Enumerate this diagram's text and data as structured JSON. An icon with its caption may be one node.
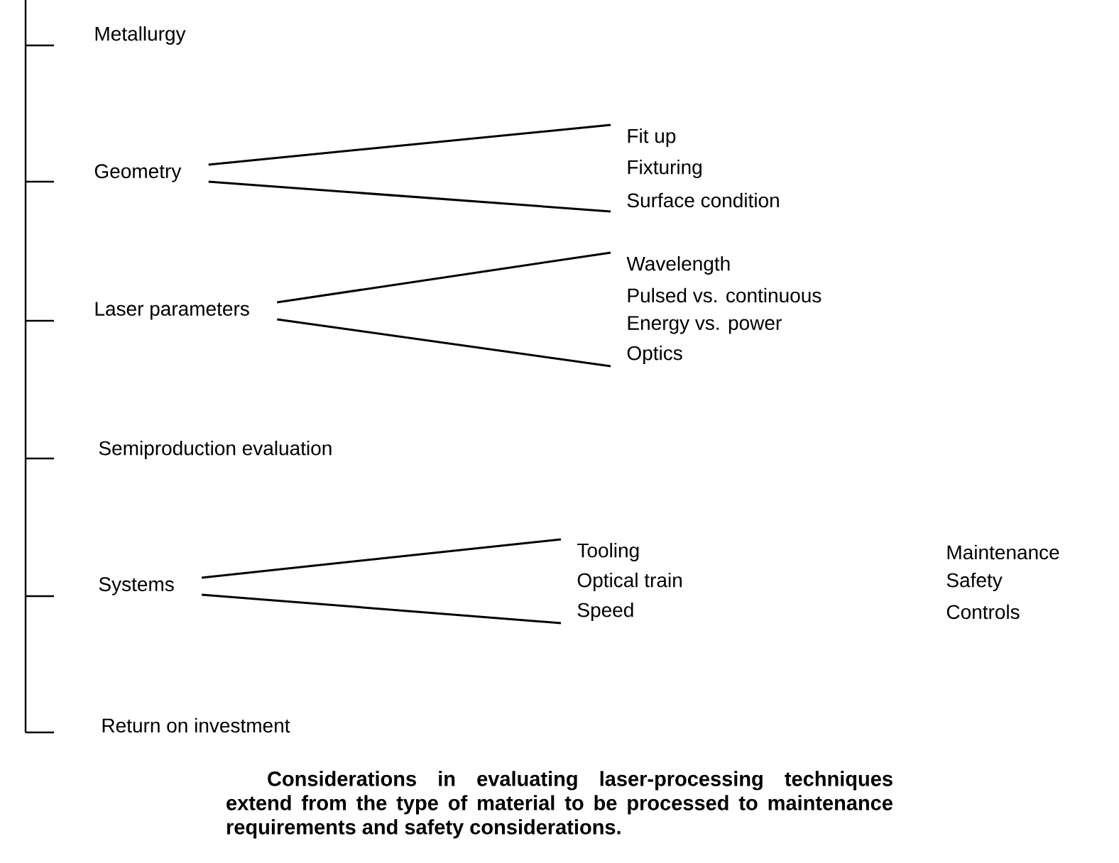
{
  "diagram": {
    "caption": "Considerations in evaluating laser-processing techniques extend from the type of material to be processed to maintenance requirements and safety considerations.",
    "nodes": [
      {
        "text": [
          "Metallurgy"
        ]
      },
      {
        "text": [
          "Geometry"
        ]
      },
      {
        "text": [
          "Fit up"
        ]
      },
      {
        "text": [
          "Fixturing"
        ]
      },
      {
        "text": [
          "Surface condition"
        ]
      },
      {
        "text": [
          "Laser parameters"
        ]
      },
      {
        "text": [
          "Wavelength"
        ]
      },
      {
        "text": [
          "Pulsed vs. continuous"
        ]
      },
      {
        "text": [
          "Energy vs. power"
        ]
      },
      {
        "text": [
          "Optics"
        ]
      },
      {
        "text": [
          "Semiproduction evaluation"
        ]
      },
      {
        "text": [
          "Systems"
        ]
      },
      {
        "text": [
          "Tooling"
        ]
      },
      {
        "text": [
          "Optical train"
        ]
      },
      {
        "text": [
          "Speed"
        ]
      },
      {
        "text": [
          "Return on investment"
        ]
      }
    ],
    "edges": [
      {
        "from": 1,
        "to": 2,
        "arrow": "none"
      },
      {
        "from": 1,
        "to": 4,
        "arrow": "none"
      },
      {
        "from": 5,
        "to": 6,
        "arrow": "none"
      },
      {
        "from": 5,
        "to": 9,
        "arrow": "none"
      },
      {
        "from": 11,
        "to": 12,
        "arrow": "none"
      },
      {
        "from": 11,
        "to": 14,
        "arrow": "none"
      }
    ],
    "labels": [
      "Maintenance",
      "Safety",
      "Controls"
    ]
  }
}
